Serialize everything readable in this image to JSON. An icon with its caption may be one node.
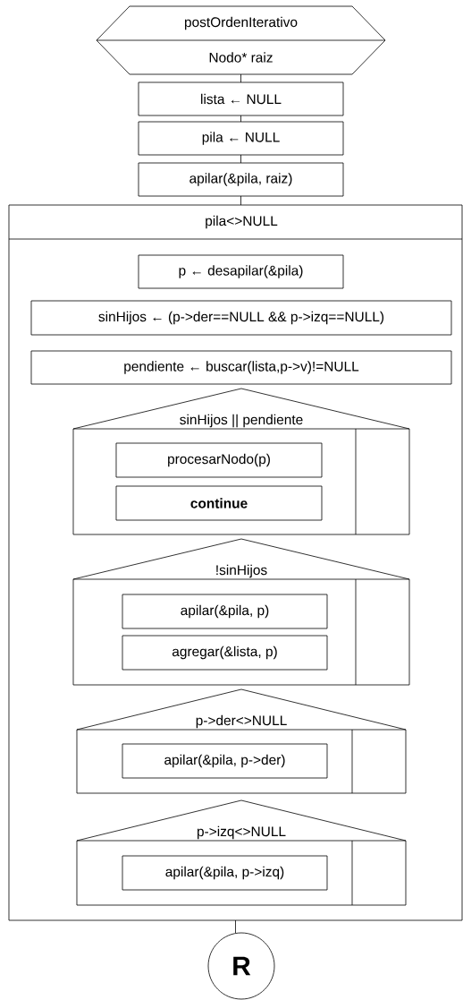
{
  "diagram": {
    "nodes": [
      {
        "text": [
          "postOrdenIterativo",
          "Nodo* raiz"
        ]
      },
      {
        "text": [
          "lista ← NULL"
        ]
      },
      {
        "text": [
          "pila ← NULL"
        ]
      },
      {
        "text": [
          "apilar(&pila, raiz)"
        ]
      },
      {
        "text": [
          "pila<>NULL"
        ]
      },
      {
        "text": [
          "p ← desapilar(&pila)"
        ],
        "in": 4
      },
      {
        "text": [
          "sinHijos ← (p->der==NULL && p->izq==NULL)"
        ],
        "in": 4
      },
      {
        "text": [
          "pendiente ← buscar(lista,p->v)!=NULL"
        ],
        "in": 4
      },
      {
        "text": [
          "sinHijos || pendiente"
        ],
        "in": 4
      },
      {
        "text": [
          "procesarNodo(p)"
        ],
        "in": 8
      },
      {
        "text": [
          "continue"
        ],
        "in": 8
      },
      {
        "text": [
          "!sinHijos"
        ],
        "in": 4
      },
      {
        "text": [
          "apilar(&pila, p)"
        ],
        "in": 11
      },
      {
        "text": [
          "agregar(&lista, p)"
        ],
        "in": 11
      },
      {
        "text": [
          "p->der<>NULL"
        ],
        "in": 4
      },
      {
        "text": [
          "apilar(&pila, p->der)"
        ],
        "in": 14
      },
      {
        "text": [
          "p->izq<>NULL"
        ],
        "in": 4
      },
      {
        "text": [
          "apilar(&pila, p->izq)"
        ],
        "in": 16
      },
      {
        "text": [
          "R"
        ]
      }
    ],
    "edges": [
      {
        "from": 0,
        "to": 1,
        "arrow": "none"
      },
      {
        "from": 1,
        "to": 2,
        "arrow": "none"
      },
      {
        "from": 2,
        "to": 3,
        "arrow": "none"
      },
      {
        "from": 3,
        "to": 4,
        "arrow": "none"
      },
      {
        "from": 4,
        "to": 18,
        "arrow": "none"
      }
    ]
  }
}
